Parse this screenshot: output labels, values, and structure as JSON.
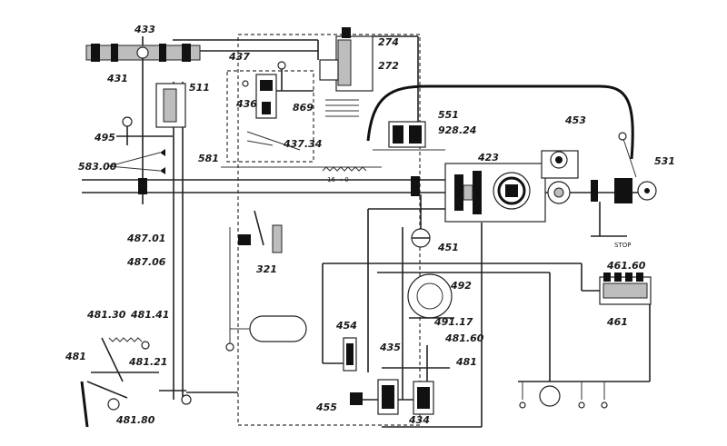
{
  "diagram": {
    "labels": {
      "l433": "433",
      "l431": "431",
      "l437": "437",
      "l274": "274",
      "l272": "272",
      "l511": "511",
      "l436": "436",
      "l869": "869",
      "l495": "495",
      "l437_34": "437.34",
      "l551": "551",
      "l928_24": "928.24",
      "l453": "453",
      "l583_00": "583.00",
      "l581": "581",
      "l423": "423",
      "l531": "531",
      "l16_0": "16 ➞ 0",
      "l487_01": "487.01",
      "l487_06": "487.06",
      "l321": "321",
      "l451": "451",
      "stop": "STOP",
      "l461_60": "461.60",
      "l492": "492",
      "l461": "461",
      "l491_17": "491.17",
      "l481_30": "481.30",
      "l481_41": "481.41",
      "l454": "454",
      "l481_60": "481.60",
      "l481_21": "481.21",
      "l481": "481",
      "l435": "435",
      "l481b": "481",
      "l455": "455",
      "l434": "434",
      "l481_80": "481.80"
    }
  }
}
